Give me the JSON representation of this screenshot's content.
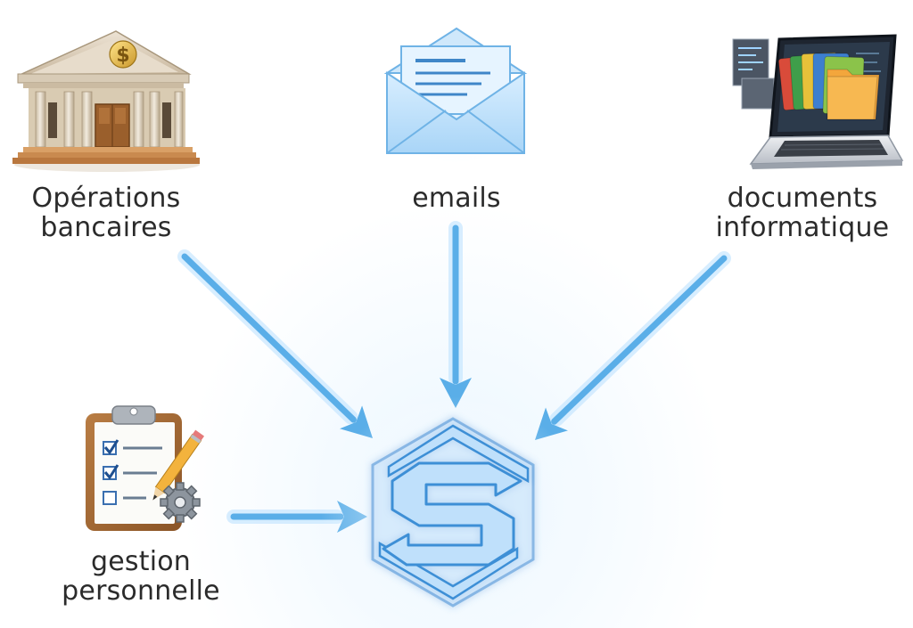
{
  "diagram": {
    "sources": [
      {
        "id": "banking",
        "icon": "bank-icon",
        "lines": [
          "Opérations",
          "bancaires"
        ]
      },
      {
        "id": "emails",
        "icon": "envelope-icon",
        "lines": [
          "emails"
        ]
      },
      {
        "id": "documents",
        "icon": "laptop-folders-icon",
        "lines": [
          "documents",
          "informatique"
        ]
      },
      {
        "id": "personnel",
        "icon": "clipboard-checklist-icon",
        "lines": [
          "gestion",
          "personnelle"
        ]
      }
    ],
    "hub": {
      "icon": "hexagon-s-logo-icon"
    },
    "colors": {
      "arrow": "#5aaee8",
      "arrow_glow": "#bfe3ff",
      "hub_fill": "#bfe0fb",
      "hub_stroke": "#3d8fd6",
      "text": "#2b2b2b"
    }
  }
}
